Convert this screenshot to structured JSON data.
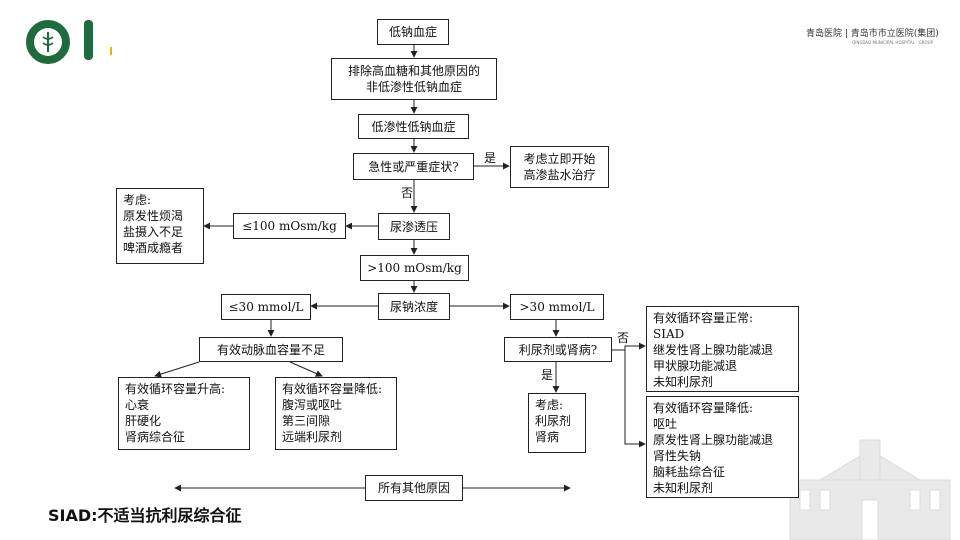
{
  "header": {
    "brand_text": "青岛医院 | 青岛市市立医院(集团)",
    "brand_subtext": "QINGDAO MUNICIPAL HOSPITAL · GROUP"
  },
  "flowchart": {
    "hyponatremia": "低钠血症",
    "exclude": "排除高血糖和其他原因的\n非低渗性低钠血症",
    "hypotonic": "低渗性低钠血症",
    "acute_symptoms": "急性或严重症状?",
    "hypertonic_saline": "考虑立即开始\n高渗盐水治疗",
    "yes_label_1": "是",
    "no_label_1": "否",
    "urine_osm": "尿渗透压",
    "osm_low": "≤100 mOsm/kg",
    "consider_1": "考虑:\n原发性烦渴\n盐摄入不足\n啤酒成瘾者",
    "osm_high": ">100 mOsm/kg",
    "urine_na": "尿钠浓度",
    "na_low": "≤30  mmol/L",
    "na_high": ">30 mmol/L",
    "effective_volume_low": "有效动脉血容量不足",
    "volume_up": "有效循环容量升高:\n心衰\n肝硬化\n肾病综合征",
    "volume_down_1": "有效循环容量降低:\n腹泻或呕吐\n第三间隙\n远端利尿剂",
    "diuretic_kidney": "利尿剂或肾病?",
    "yes_label_2": "是",
    "no_label_2": "否",
    "consider_2": "考虑:\n利尿剂\n肾病",
    "volume_normal": "有效循环容量正常:\nSIAD\n继发性肾上腺功能减退\n甲状腺功能减退\n未知利尿剂",
    "volume_down_2": "有效循环容量降低:\n呕吐\n原发性肾上腺功能减退\n肾性失钠\n脑耗盐综合征\n未知利尿剂",
    "other_causes": "所有其他原因"
  },
  "footnote": "SIAD:不适当抗利尿综合征"
}
